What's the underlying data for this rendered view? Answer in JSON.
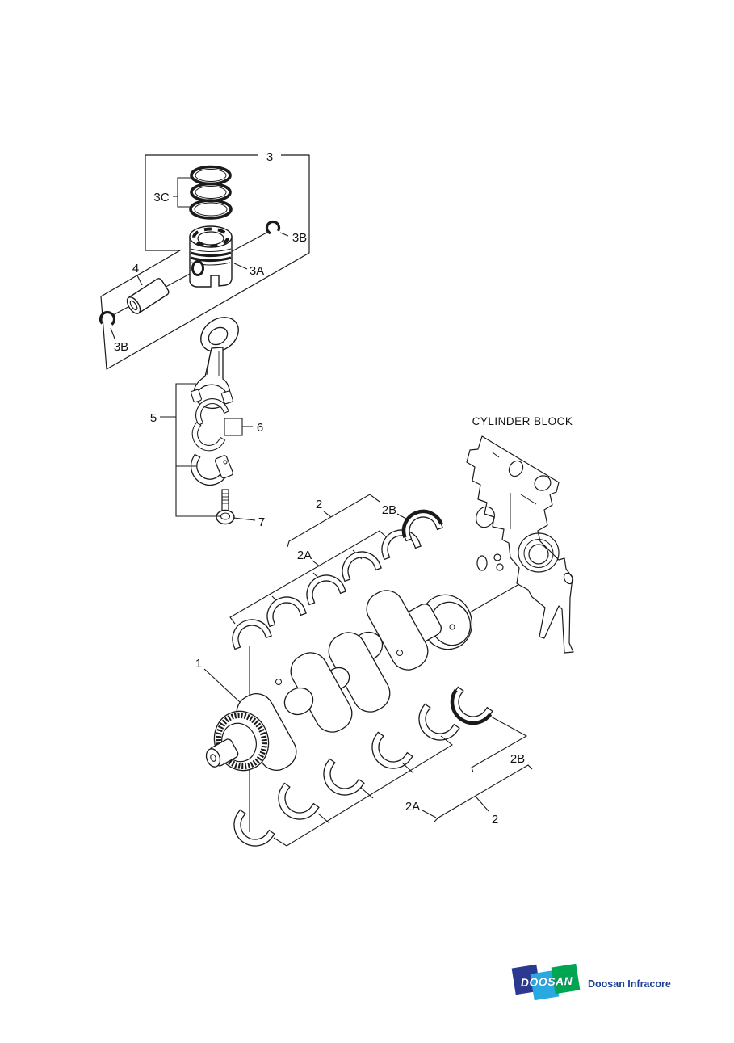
{
  "page": {
    "background": "#ffffff"
  },
  "diagram": {
    "block_title": "CYLINDER BLOCK",
    "callouts": {
      "crankshaft": "1",
      "bearing_set_upper": "2",
      "bearing_upper": "2A",
      "thrust_upper": "2B",
      "bearing_set_lower": "2",
      "bearing_lower": "2A",
      "thrust_lower": "2B",
      "piston_kit": "3",
      "piston": "3A",
      "snap_ring_right": "3B",
      "snap_ring_left": "3B",
      "ring_set": "3C",
      "piston_pin": "4",
      "conrod_group": "5",
      "conrod_bearing": "6",
      "conrod_bolt": "7"
    }
  },
  "footer": {
    "logo_word": "DOOSAN",
    "company": "Doosan Infracore",
    "colors": {
      "navy": "#2b3990",
      "sky": "#29a9e1",
      "green": "#00a551",
      "text": "#1c3f94"
    }
  }
}
